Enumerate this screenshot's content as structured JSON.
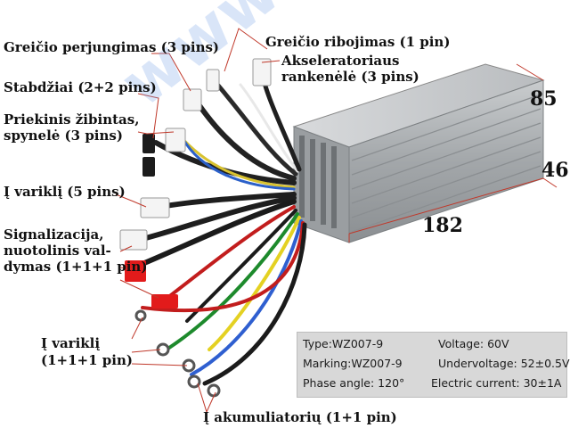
{
  "labels": {
    "speed_switch": "Greičio perjungimas (3 pins)",
    "speed_limit": "Greičio ribojimas (1 pin)",
    "throttle_line1": "Akseleratoriaus",
    "throttle_line2": "rankenėlė (3 pins)",
    "brakes": "Stabdžiai (2+2 pins)",
    "headlight_line1": "Priekinis žibintas,",
    "headlight_line2": "spynelė (3 pins)",
    "motor_hall": "Į variklį (5 pins)",
    "alarm_line1": "Signalizacija,",
    "alarm_line2": "nuotolinis val-",
    "alarm_line3": "dymas (1+1+1 pin)",
    "motor_phase_line1": "Į variklį",
    "motor_phase_line2": "(1+1+1 pin)",
    "battery": "Į akumuliatorių (1+1 pin)"
  },
  "dimensions": {
    "height": "85",
    "depth": "46",
    "length": "182"
  },
  "spec_plate": {
    "type": "Type:WZ007-9",
    "marking": "Marking:WZ007-9",
    "phase_angle": "Phase angle: 120°",
    "voltage": "Voltage: 60V",
    "undervoltage": "Undervoltage: 52±0.5V",
    "electric_current": "Electric current: 30±1A"
  },
  "watermark": "www.moladas.lt",
  "colors": {
    "leader_line": "#c0392b",
    "housing": "#a9adb0",
    "connector_white": "#f4f4f4",
    "connector_red": "#e21b1b"
  }
}
